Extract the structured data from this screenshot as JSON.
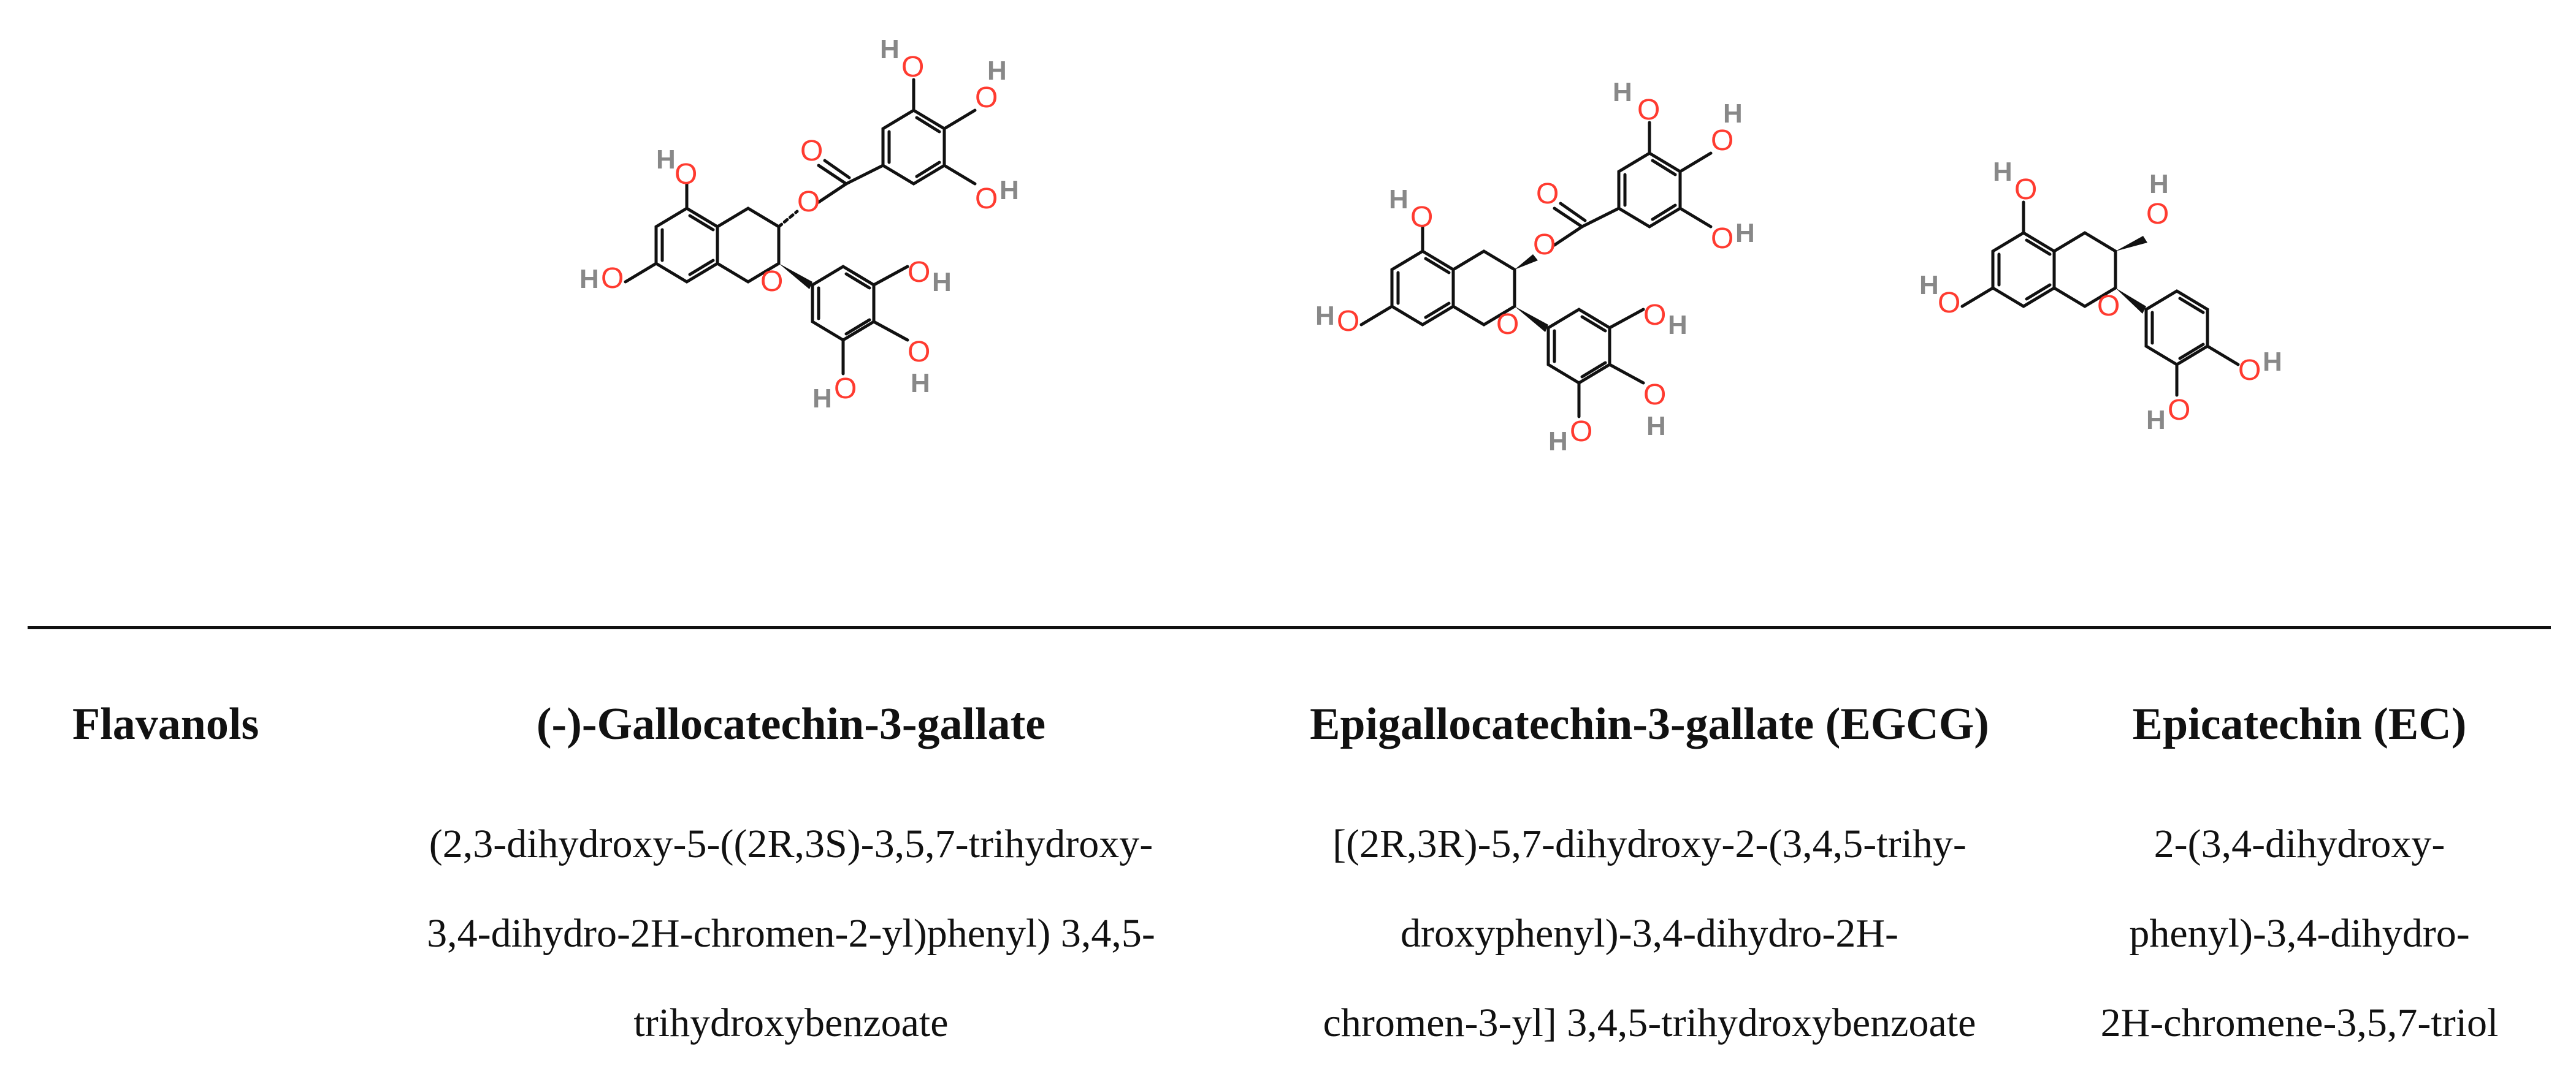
{
  "row_label": "Flavanols",
  "compounds": [
    {
      "name": "(-)-Gallocatechin-3-gallate",
      "iupac_lines": [
        "(2,3-dihydroxy-5-((2R,3S)-3,5,7-trihydroxy-",
        "3,4-dihydro-2H-chromen-2-yl)phenyl) 3,4,5-",
        "trihydroxybenzoate"
      ]
    },
    {
      "name": "Epigallocatechin-3-gallate (EGCG)",
      "iupac_lines": [
        "[(2R,3R)-5,7-dihydroxy-2-(3,4,5-trihy-",
        "droxyphenyl)-3,4-dihydro-2H-",
        "chromen-3-yl] 3,4,5-trihydroxybenzoate"
      ]
    },
    {
      "name": "Epicatechin (EC)",
      "iupac_lines": [
        "2-(3,4-dihydroxy-",
        "phenyl)-3,4-dihydro-",
        "2H-chromene-3,5,7-triol"
      ]
    }
  ],
  "atom_labels": {
    "oxygen": "O",
    "hydrogen": "H"
  },
  "colors": {
    "oxygen": "#ff3b30",
    "hydrogen": "#888888",
    "bond": "#111111"
  }
}
